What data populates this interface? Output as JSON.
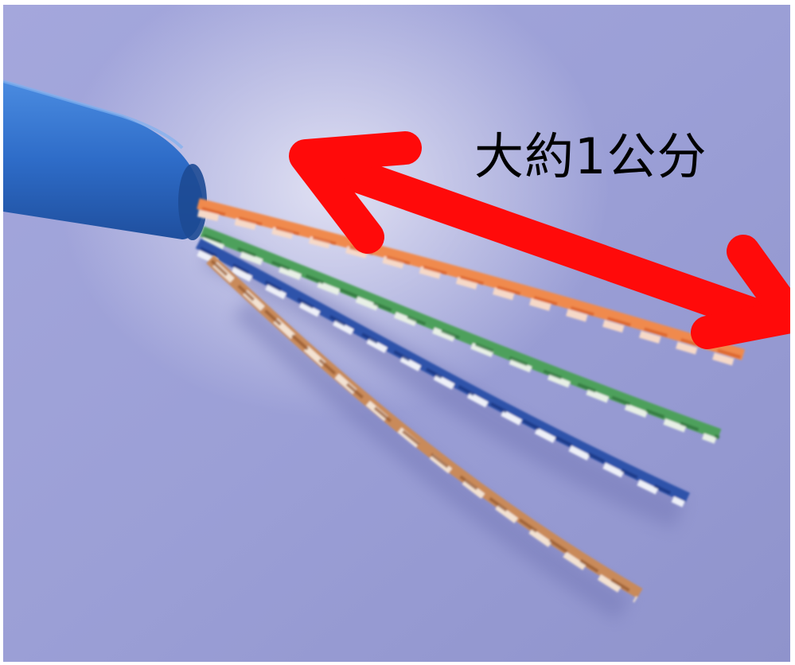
{
  "annotation": {
    "text": "大約1公分",
    "color": "#000000"
  },
  "measurement_arrow": {
    "color": "#ff0a0a",
    "style": "double-headed"
  },
  "photo": {
    "subject": "stripped-network-cable",
    "background_color": "#9a9dd4",
    "jacket_color": "#2f6fc9",
    "wire_pair_colors": [
      "#e8743a",
      "#3f9a52",
      "#2d4fa8",
      "#c98a5a"
    ]
  }
}
